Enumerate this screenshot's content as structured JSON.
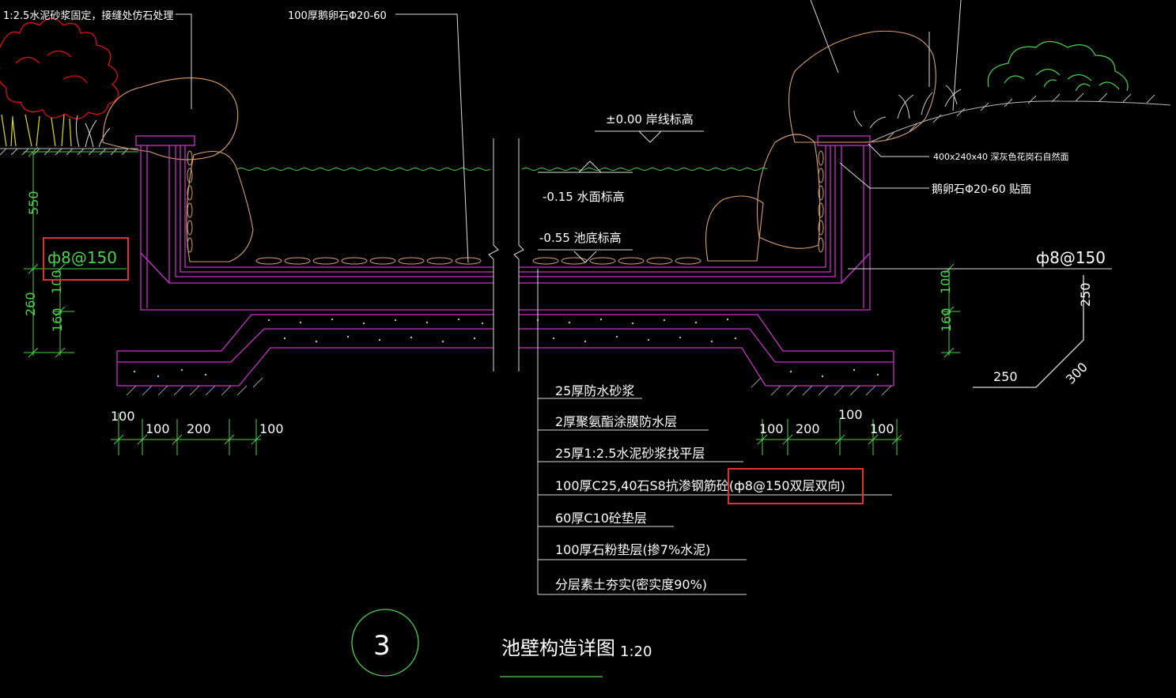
{
  "callouts": {
    "mortar_fix": "1:2.5水泥砂浆固定，接缝处仿石处理",
    "pebble_100": "100厚鹅卵石Φ20-60",
    "granite_edge": "400x240x40 深灰色花岗石自然面",
    "pebble_face": "鹅卵石Φ20-60 贴面"
  },
  "elevations": {
    "shore": "±0.00  岸线标高",
    "water": "-0.15  水面标高",
    "bottom": "-0.55  池底标高"
  },
  "rebar": {
    "left": "ф8@150",
    "right": "ф8@150"
  },
  "dims": {
    "left_550": "550",
    "left_260": "260",
    "left_100": "100",
    "left_160": "160",
    "right_100": "100",
    "right_160": "160",
    "bend_250a": "250",
    "bend_250b": "250",
    "bend_300": "300",
    "bl_100a": "100",
    "bl_100b": "100",
    "bl_200": "200",
    "bl_100c": "100",
    "br_100top": "100",
    "br_100a": "100",
    "br_200": "200",
    "br_100b": "100"
  },
  "layers": [
    "25厚防水砂浆",
    "2厚聚氨酯涂膜防水层",
    "25厚1:2.5水泥砂浆找平层",
    "100厚C25,40石S8抗渗钢筋砼(ф8@150双层双向)",
    "60厚C10砼垫层",
    "100厚石粉垫层(掺7%水泥)",
    "分层素土夯实(密实度90%)"
  ],
  "title": {
    "number": "3",
    "name": "池壁构造详图",
    "scale": "1:20"
  },
  "colors": {
    "structure": "#c832c8",
    "dimension": "#4cd24c",
    "highlight": "#e03030",
    "water": "#4cd24c",
    "stone": "#d8a070",
    "shrub": "#e01010"
  }
}
